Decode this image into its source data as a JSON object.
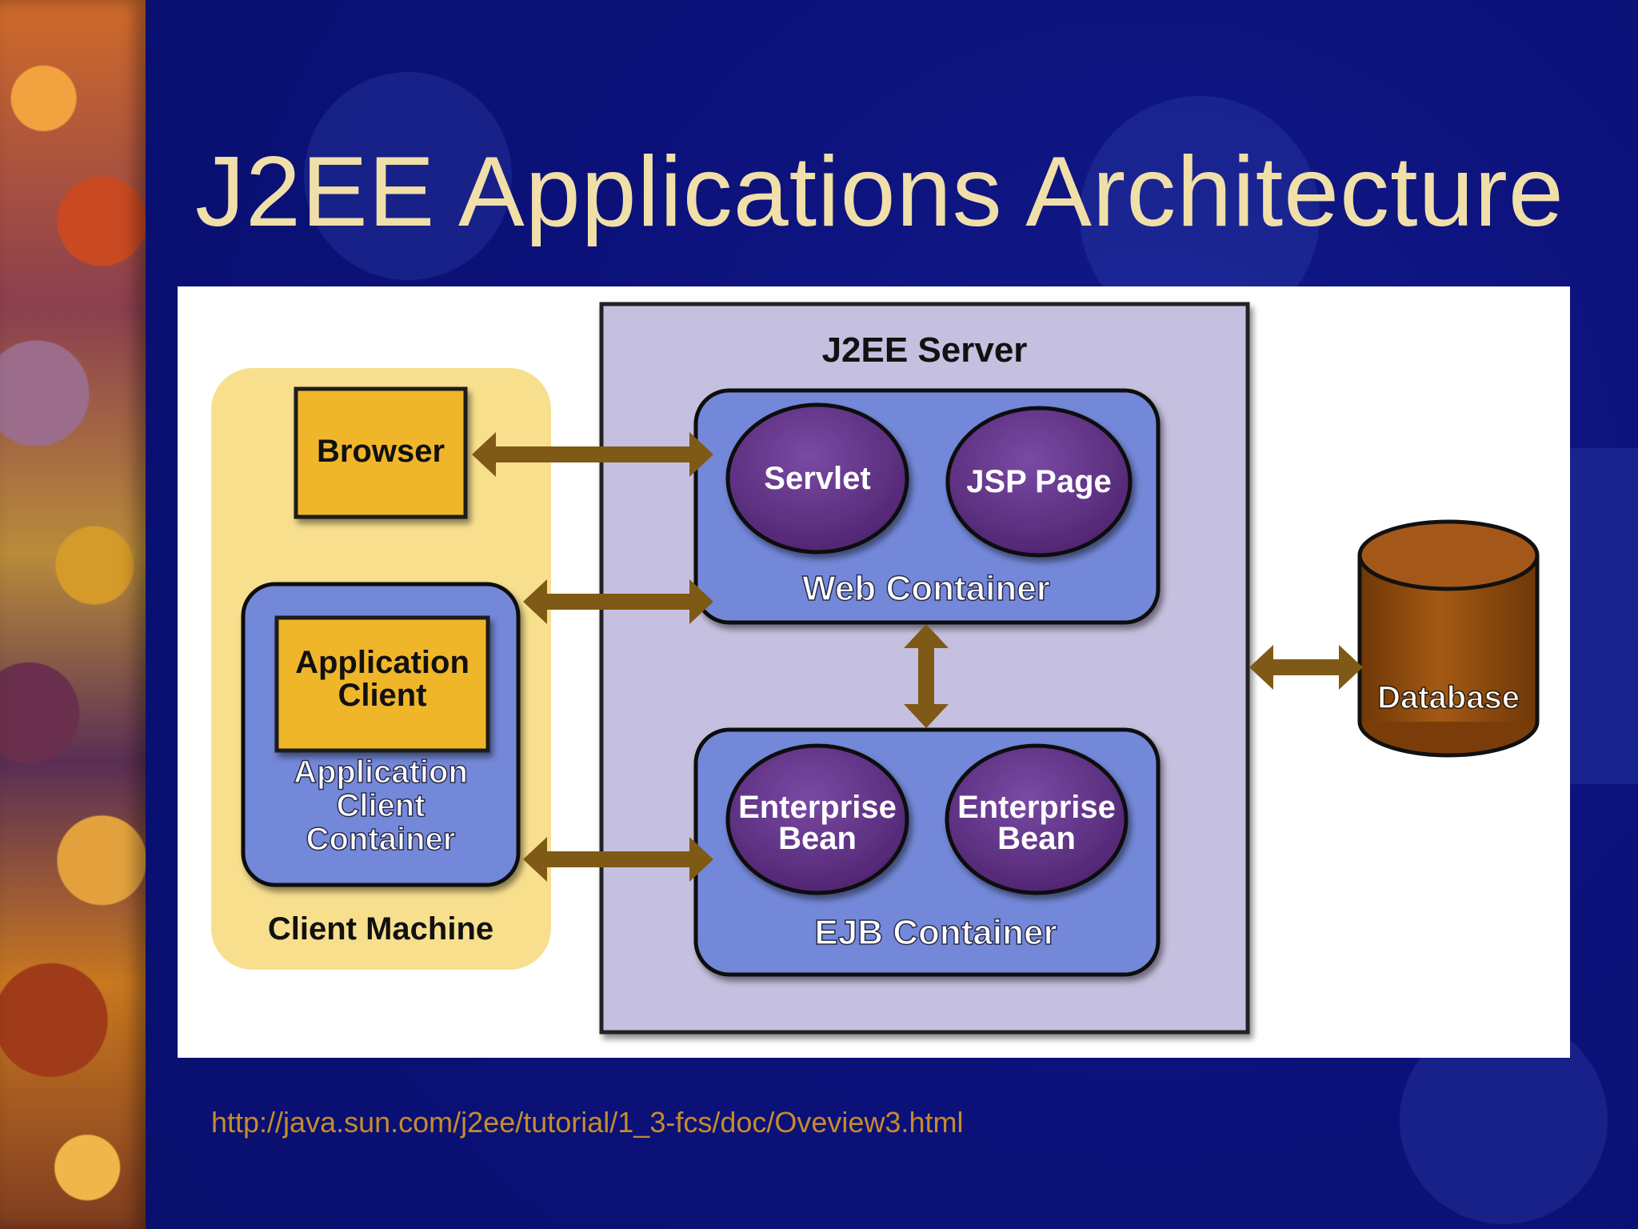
{
  "slide": {
    "title": "J2EE Applications Architecture",
    "footer_url": "http://java.sun.com/j2ee/tutorial/1_3-fcs/doc/Oveview3.html"
  },
  "diagram": {
    "client_machine": {
      "label": "Client Machine",
      "browser": "Browser",
      "app_client": [
        "Application",
        "Client"
      ],
      "app_client_container": [
        "Application",
        "Client",
        "Container"
      ]
    },
    "server": {
      "label": "J2EE Server",
      "web_container": {
        "label": "Web Container",
        "servlet": "Servlet",
        "jsp": "JSP Page"
      },
      "ejb_container": {
        "label": "EJB Container",
        "bean1": [
          "Enterprise",
          "Bean"
        ],
        "bean2": [
          "Enterprise",
          "Bean"
        ]
      }
    },
    "database": "Database"
  },
  "colors": {
    "title": "#f0dfa8",
    "footer": "#c68b2c",
    "client_machine_bg": "#f8df8e",
    "server_bg": "#c5c0df",
    "container_fill": "#7388d8",
    "component_yellow": "#f0b62a",
    "component_purple": "#5b2f82",
    "arrow": "#7f5a16",
    "database": "#944e0d"
  }
}
